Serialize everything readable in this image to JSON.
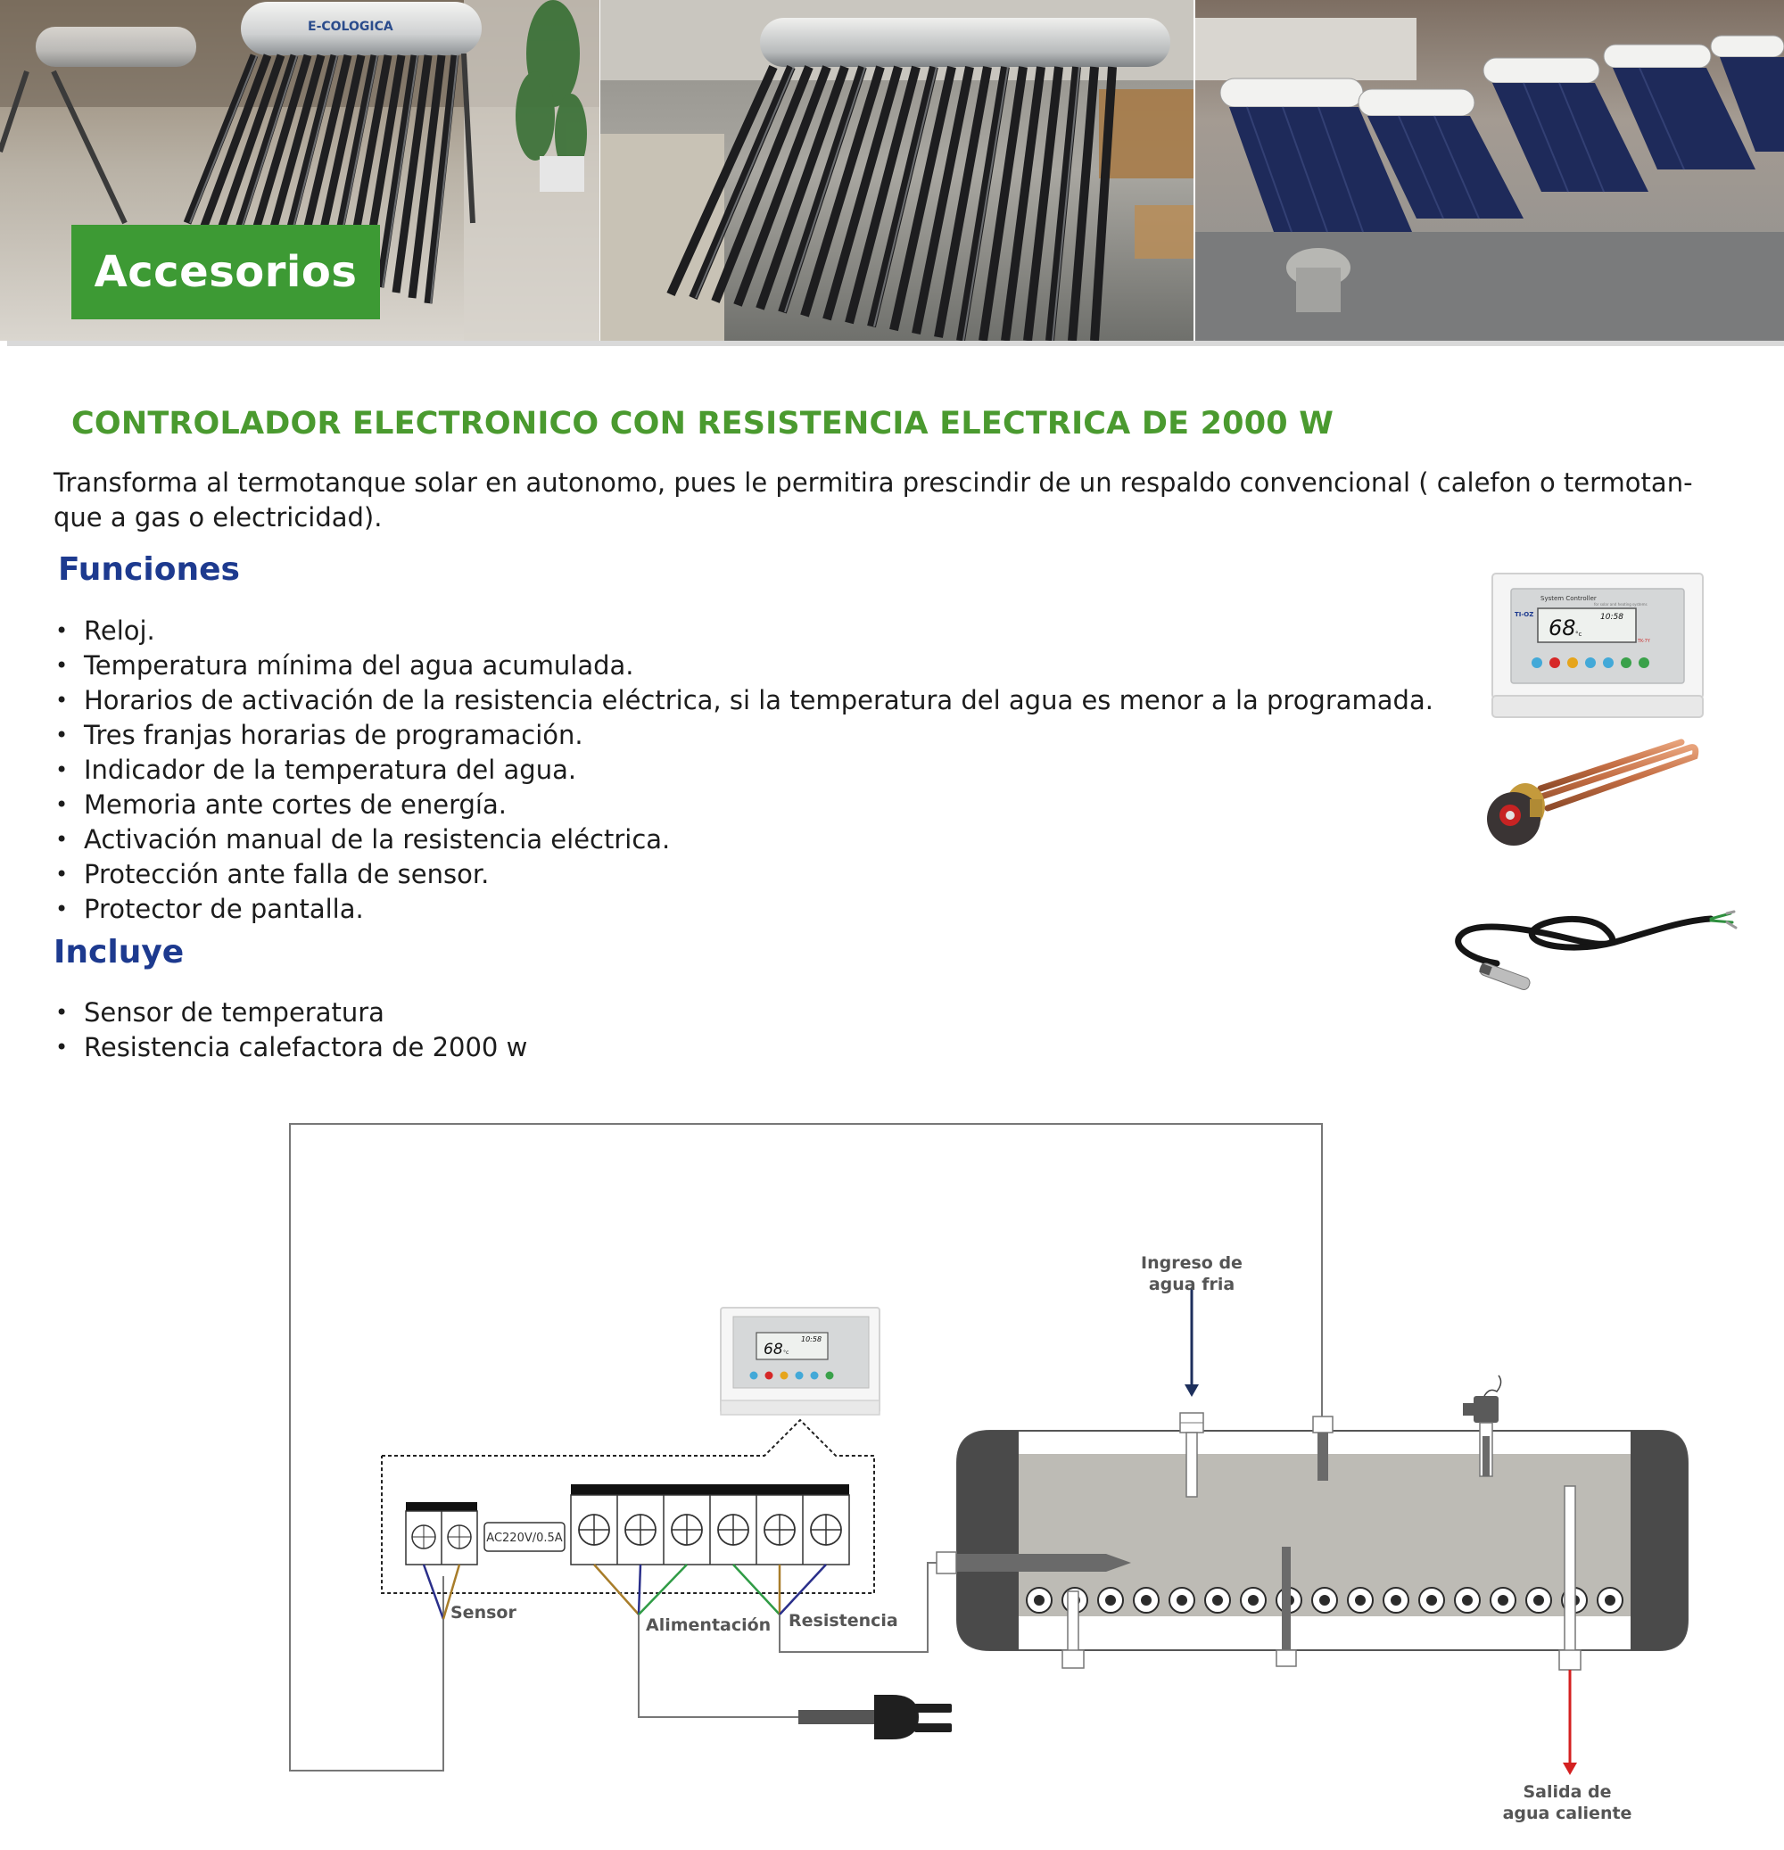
{
  "banner": {
    "section_label": "Accesorios",
    "brand_text": "E-COLOGICA"
  },
  "article": {
    "title": "CONTROLADOR ELECTRONICO CON RESISTENCIA ELECTRICA DE 2000 W",
    "intro_line1": "Transforma al termotanque solar en autonomo, pues le permitira prescindir de un respaldo convencional ( calefon o termotan-",
    "intro_line2": "que a gas o electricidad).",
    "functions_heading": "Funciones",
    "functions": [
      "Reloj.",
      "Temperatura mínima del agua acumulada.",
      "Horarios de activación de la resistencia eléctrica, si la temperatura del agua es menor a la programada.",
      "Tres franjas horarias de programación.",
      "Indicador de la temperatura del agua.",
      "Memoria ante cortes de energía.",
      "Activación manual de la resistencia eléctrica.",
      "Protección ante falla de sensor.",
      "Protector de pantalla."
    ],
    "includes_heading": "Incluye",
    "includes": [
      "Sensor de temperatura",
      "Resistencia calefactora de 2000 w"
    ]
  },
  "controller": {
    "header": "System Controller",
    "subheader": "for solar and heating systems",
    "brand": "TI-OZ",
    "temperature": "68",
    "unit": "°c",
    "clock": "10:58",
    "model": "TK-7Y"
  },
  "diagram": {
    "rating_label": "AC220V/0.5A",
    "sensor_label": "Sensor",
    "power_label": "Alimentación",
    "resistance_label": "Resistencia",
    "cold_inlet_line1": "Ingreso de",
    "cold_inlet_line2": "agua fria",
    "hot_outlet_line1": "Salida de",
    "hot_outlet_line2": "agua caliente",
    "colors": {
      "inlet_arrow": "#1d2f5c",
      "outlet_arrow": "#d42020",
      "wire_brown": "#a87d2a",
      "wire_blue": "#2a2f8a",
      "wire_green": "#2f9b45"
    }
  }
}
